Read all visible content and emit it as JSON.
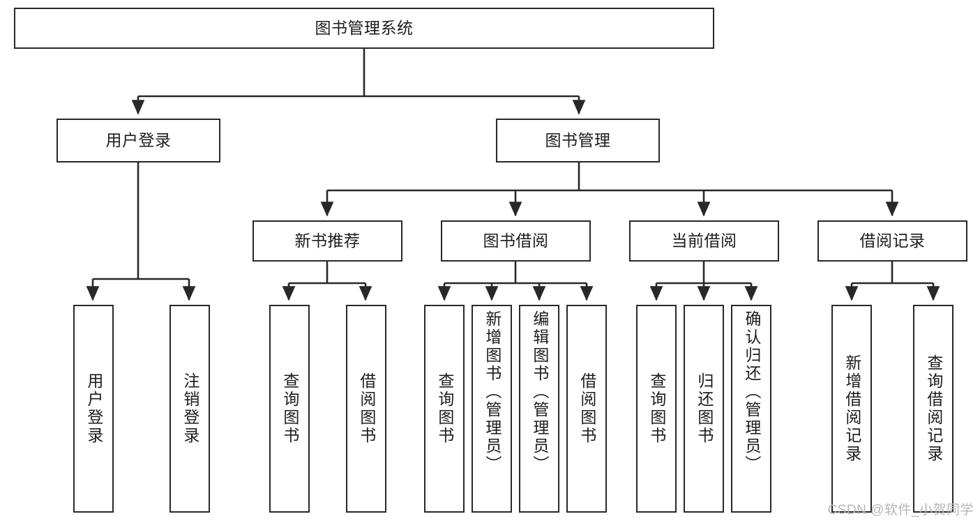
{
  "diagram": {
    "title": "图书管理系统",
    "type": "tree-hierarchy-diagram",
    "colors": {
      "stroke": "#27282b",
      "fill": "#ffffff",
      "text": "#1b1c1e",
      "watermark": "#b6b6b8"
    },
    "root": {
      "label": "图书管理系统"
    },
    "level1": [
      {
        "label": "用户登录"
      },
      {
        "label": "图书管理"
      }
    ],
    "level2": [
      {
        "label": "新书推荐"
      },
      {
        "label": "图书借阅"
      },
      {
        "label": "当前借阅"
      },
      {
        "label": "借阅记录"
      }
    ],
    "leaves": {
      "user_login": [
        {
          "label": "用户登录"
        },
        {
          "label": "注销登录"
        }
      ],
      "new_book_recommend": [
        {
          "label": "查询图书"
        },
        {
          "label": "借阅图书"
        }
      ],
      "book_borrow": [
        {
          "label": "查询图书"
        },
        {
          "label": "新增图书（管理员）"
        },
        {
          "label": "编辑图书（管理员）"
        },
        {
          "label": "借阅图书"
        }
      ],
      "current_borrow": [
        {
          "label": "查询图书"
        },
        {
          "label": "归还图书"
        },
        {
          "label": "确认归还（管理员）"
        }
      ],
      "borrow_record": [
        {
          "label": "新增借阅记录"
        },
        {
          "label": "查询借阅记录"
        }
      ]
    }
  },
  "watermark": {
    "text": "CSDN @软件_小贺同学"
  }
}
